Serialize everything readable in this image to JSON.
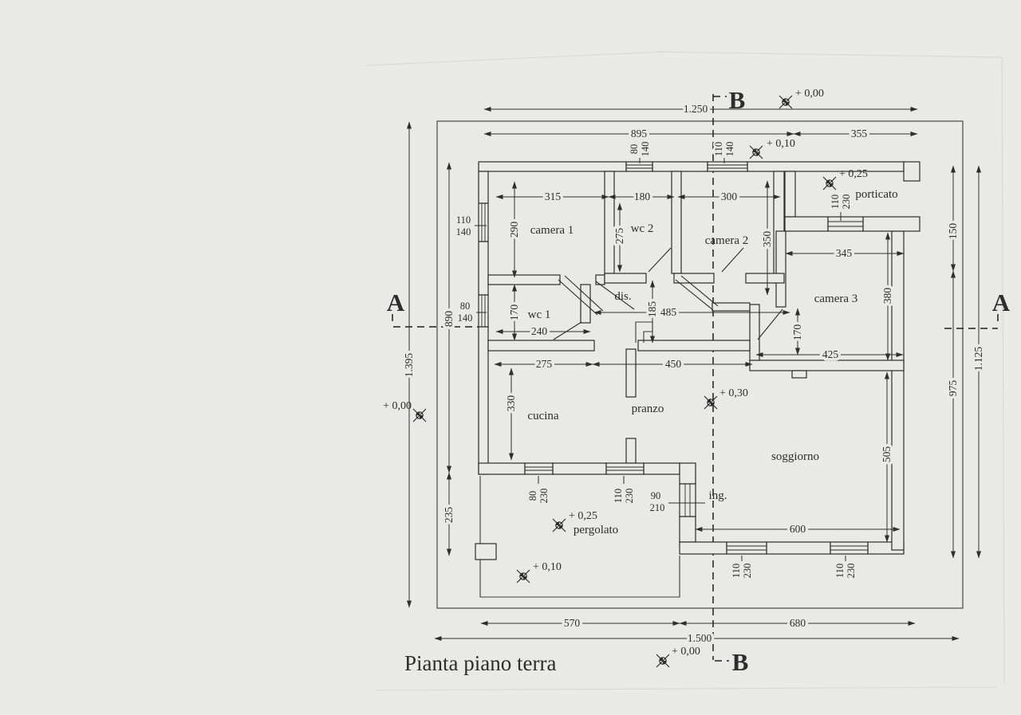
{
  "title": "Pianta piano terra",
  "sections": {
    "a": "A",
    "b": "B"
  },
  "rooms": {
    "camera1": "camera 1",
    "wc2": "wc 2",
    "camera2": "camera 2",
    "porticato": "porticato",
    "camera3": "camera 3",
    "wc1": "wc 1",
    "dis": "dis.",
    "cucina": "cucina",
    "pranzo": "pranzo",
    "soggiorno": "soggiorno",
    "ing": "ing.",
    "pergolato": "pergolato"
  },
  "elevations": {
    "top_right": "+ 0,00",
    "top_mid": "+ 0,10",
    "porticato": "+ 0,25",
    "left": "+ 0,00",
    "soggiorno": "+ 0,30",
    "pergolato_upper": "+ 0,25",
    "pergolato_lower": "+ 0,10",
    "bottom": "+ 0,00"
  },
  "dims": {
    "total_top": "1.250",
    "top_left": "895",
    "top_right": "355",
    "camera1_w": "315",
    "wc2_w": "180",
    "camera2_w": "300",
    "camera3_top_w": "345",
    "wc1_w": "240",
    "corridor_w": "485",
    "camera3_bottom_w": "425",
    "cucina_w": "275",
    "pranzo_w": "450",
    "soggiorno_w": "600",
    "bottom_left": "570",
    "bottom_right": "680",
    "total_bottom": "1.500",
    "left_total": "1.395",
    "left_upper": "890",
    "left_lower": "235",
    "camera1_h": "290",
    "wc1_h": "170",
    "cucina_h": "330",
    "wc2_h": "275",
    "camera2_h": "350",
    "corridor_h": "185",
    "camera3_h": "380",
    "camera3_door_h": "170",
    "soggiorno_h": "505",
    "right_upper": "150",
    "right_lower": "975",
    "right_total": "1.125"
  },
  "openings": {
    "camera1_window": {
      "w": "110",
      "h": "140"
    },
    "wc1_window": {
      "w": "80",
      "h": "140"
    },
    "wc2_window": {
      "w": "80",
      "h": "140"
    },
    "camera2_window": {
      "w": "110",
      "h": "140"
    },
    "porticato_door": {
      "w": "110",
      "h": "230"
    },
    "cucina_window": {
      "w": "80",
      "h": "230"
    },
    "pranzo_window": {
      "w": "110",
      "h": "230"
    },
    "soggiorno_window_left": {
      "w": "110",
      "h": "230"
    },
    "soggiorno_window_right": {
      "w": "110",
      "h": "230"
    },
    "entry_door": {
      "w": "90",
      "h": "210"
    }
  }
}
